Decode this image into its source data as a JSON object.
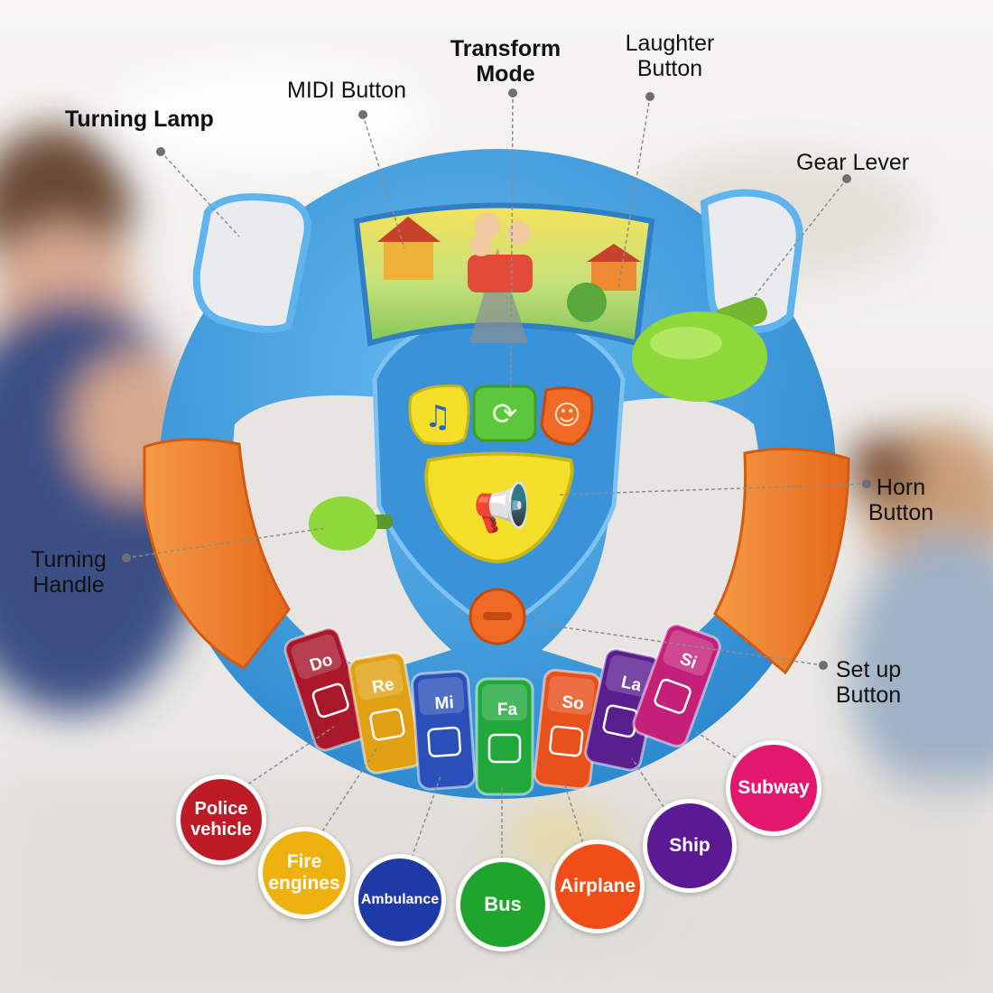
{
  "labels": {
    "turning_lamp": "Turning Lamp",
    "midi_button": "MIDI Button",
    "transform_mode_line1": "Transform",
    "transform_mode_line2": "Mode",
    "laughter_button_line1": "Laughter",
    "laughter_button_line2": "Button",
    "gear_lever": "Gear Lever",
    "horn_button_line1": "Horn",
    "horn_button_line2": "Button",
    "turning_handle_line1": "Turning",
    "turning_handle_line2": "Handle",
    "setup_button_line1": "Set up",
    "setup_button_line2": "Button"
  },
  "keys": [
    {
      "note": "Do",
      "color": "#a8172a"
    },
    {
      "note": "Re",
      "color": "#e0a214"
    },
    {
      "note": "Mi",
      "color": "#2a4fb8"
    },
    {
      "note": "Fa",
      "color": "#22a83a"
    },
    {
      "note": "So",
      "color": "#e8501c"
    },
    {
      "note": "La",
      "color": "#5a1f8f"
    },
    {
      "note": "Si",
      "color": "#c4207a"
    }
  ],
  "vehicles": [
    {
      "line1": "Police",
      "line2": "vehicle",
      "color": "#bd1b25"
    },
    {
      "line1": "Fire",
      "line2": "engines",
      "color": "#eeb10f"
    },
    {
      "line1": "Ambulance",
      "line2": "",
      "color": "#1f3aa6"
    },
    {
      "line1": "Bus",
      "line2": "",
      "color": "#1fa52e"
    },
    {
      "line1": "Airplane",
      "line2": "",
      "color": "#ef4e18"
    },
    {
      "line1": "Ship",
      "line2": "",
      "color": "#5b1a94"
    },
    {
      "line1": "Subway",
      "line2": "",
      "color": "#e1186d"
    }
  ],
  "colors": {
    "wheel_blue": "#3d9fe0",
    "grip_orange": "#f07a26",
    "gear_green": "#8ed83a",
    "midi_yellow": "#f4e02a",
    "transform_green": "#5cc63c",
    "laughter_orange": "#ef6a24"
  },
  "icons": [
    "music-note-icon",
    "refresh-icon",
    "laughing-face-icon",
    "megaphone-icon"
  ]
}
